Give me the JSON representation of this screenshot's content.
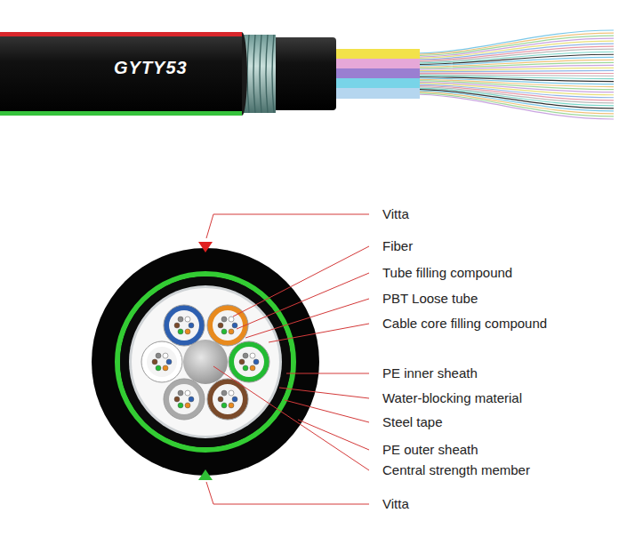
{
  "diagram": {
    "labels": [
      "GYTY53",
      "Vitta",
      "Fiber",
      "Tube filling compound",
      "PBT Loose tube",
      "Cable core filling compound",
      "PE inner sheath",
      "Water-blocking material",
      "Steel tape",
      "PE outer sheath",
      "Central strength member",
      "Vitta"
    ]
  }
}
